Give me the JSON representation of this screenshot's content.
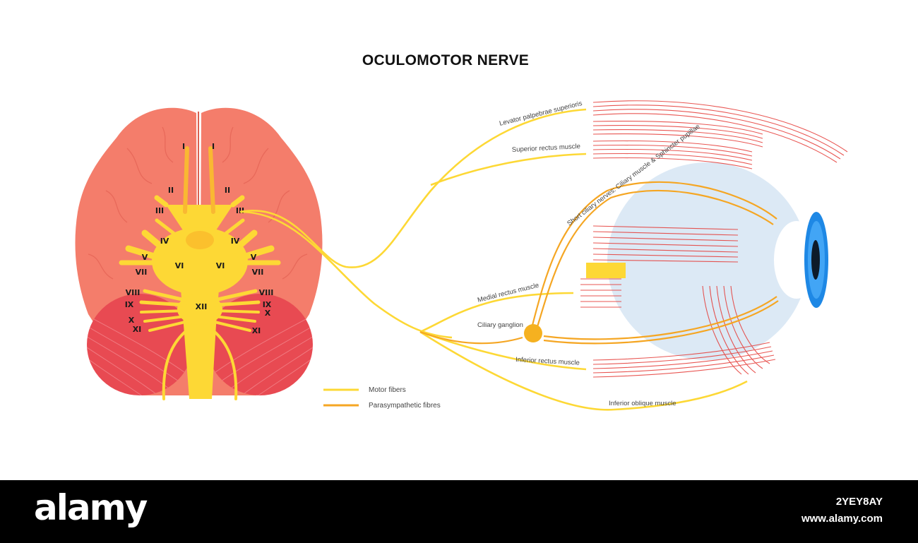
{
  "title": "OCULOMOTOR NERVE",
  "colors": {
    "brain": "#f47d6b",
    "cerebellum": "#e84a52",
    "nerve_yellow": "#fdd835",
    "nerve_orange": "#f5a623",
    "muscle": "#e53935",
    "eyeball": "#dce9f5",
    "iris": "#1e88e5"
  },
  "cranial_nerves": {
    "left": [
      "I",
      "II",
      "III",
      "IV",
      "V",
      "VI",
      "VII",
      "VIII",
      "IX",
      "X",
      "XI"
    ],
    "right": [
      "I",
      "II",
      "III",
      "IV",
      "V",
      "VI",
      "VII",
      "VIII",
      "IX",
      "X",
      "XI"
    ],
    "center": "XII"
  },
  "labels": {
    "levator": "Levator palpebrae superioris",
    "superior_rectus": "Superior rectus muscle",
    "short_ciliary": "Short ciliary nerves: Ciliary muscle & Sphincter pupillae",
    "medial_rectus": "Medial rectus muscle",
    "ciliary_ganglion": "Ciliary ganglion",
    "inferior_rectus": "Inferior rectus muscle",
    "inferior_oblique": "Inferior oblique muscle"
  },
  "legend": {
    "motor": "Motor fibers",
    "parasympathetic": "Parasympathetic fibres"
  },
  "footer": {
    "brand": "alamy",
    "image_id": "2YEY8AY",
    "site": "www.alamy.com"
  }
}
